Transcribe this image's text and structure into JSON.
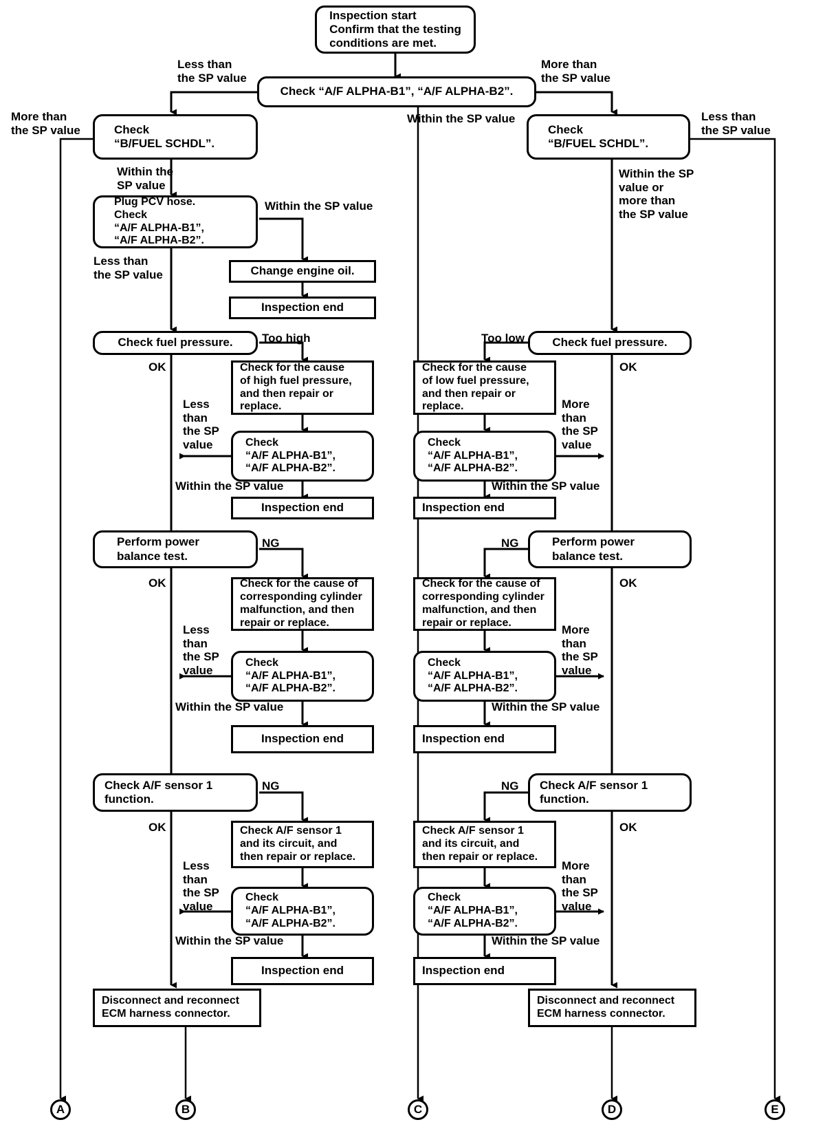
{
  "diagram": {
    "title": "A/F ALPHA diagnostic flowchart",
    "line_color": "#000000",
    "background": "#ffffff"
  },
  "nodes": {
    "start": "Inspection start\nConfirm that the testing\nconditions are met.",
    "check_alpha_top": "Check “A/F ALPHA-B1”, “A/F ALPHA-B2”.",
    "bfuel_left": "Check\n“B/FUEL SCHDL”.",
    "bfuel_right": "Check\n“B/FUEL SCHDL”.",
    "plug_pcv": "Plug PCV hose.\nCheck\n“A/F ALPHA-B1”,\n“A/F ALPHA-B2”.",
    "change_oil": "Change engine oil.",
    "insp_end_oil": "Inspection end",
    "fuel_press_left": "Check fuel pressure.",
    "fuel_press_right": "Check fuel pressure.",
    "high_fuel_cause": "Check for the cause\nof high fuel pressure,\nand then repair or\nreplace.",
    "low_fuel_cause": "Check for the cause\nof low fuel pressure,\nand then repair or\nreplace.",
    "check_alpha_fp_left": "Check\n“A/F ALPHA-B1”,\n“A/F ALPHA-B2”.",
    "check_alpha_fp_right": "Check\n“A/F ALPHA-B1”,\n“A/F ALPHA-B2”.",
    "insp_end_fp_left": "Inspection end",
    "insp_end_fp_right": "Inspection end",
    "power_balance_left": "Perform power\nbalance test.",
    "power_balance_right": "Perform power\nbalance test.",
    "cyl_cause_left": "Check for the cause of\ncorresponding cylinder\nmalfunction, and then\nrepair or replace.",
    "cyl_cause_right": "Check for the cause of\ncorresponding cylinder\nmalfunction, and then\nrepair or replace.",
    "check_alpha_pb_left": "Check\n“A/F ALPHA-B1”,\n“A/F ALPHA-B2”.",
    "check_alpha_pb_right": "Check\n“A/F ALPHA-B1”,\n“A/F ALPHA-B2”.",
    "insp_end_pb_left": "Inspection end",
    "insp_end_pb_right": "Inspection end",
    "af_sensor_left": "Check A/F sensor 1\nfunction.",
    "af_sensor_right": "Check A/F sensor 1\nfunction.",
    "af_circuit_left": "Check A/F sensor 1\nand its circuit, and\nthen repair or replace.",
    "af_circuit_right": "Check A/F sensor 1\nand its circuit, and\nthen repair or replace.",
    "check_alpha_af_left": "Check\n“A/F ALPHA-B1”,\n“A/F ALPHA-B2”.",
    "check_alpha_af_right": "Check\n“A/F ALPHA-B1”,\n“A/F ALPHA-B2”.",
    "insp_end_af_left": "Inspection end",
    "insp_end_af_right": "Inspection end",
    "ecm_left": "Disconnect and reconnect\nECM harness connector.",
    "ecm_right": "Disconnect and reconnect\nECM harness connector."
  },
  "labels": {
    "less_than_top_left": "Less than\nthe SP value",
    "more_than_top_right": "More than\nthe SP value",
    "more_than_far_left": "More than\nthe SP value",
    "less_than_far_right": "Less than\nthe SP value",
    "within_left": "Within the\nSP value",
    "within_center": "Within the SP value",
    "within_or_more_right": "Within the SP\nvalue or\nmore than\nthe SP value",
    "within_pcv": "Within the SP value",
    "less_than_pcv": "Less than\nthe SP value",
    "too_high": "Too high",
    "too_low": "Too low",
    "ok_fp_left": "OK",
    "ok_fp_right": "OK",
    "less_than_stack_fp": "Less\nthan\nthe SP\nvalue",
    "more_than_stack_fp": "More\nthan\nthe SP\nvalue",
    "within_fp_left": "Within the SP value",
    "within_fp_right": "Within the SP value",
    "ng_pb_left": "NG",
    "ng_pb_right": "NG",
    "ok_pb_left": "OK",
    "ok_pb_right": "OK",
    "less_than_stack_pb": "Less\nthan\nthe SP\nvalue",
    "more_than_stack_pb": "More\nthan\nthe SP\nvalue",
    "within_pb_left": "Within the SP value",
    "within_pb_right": "Within the SP value",
    "ng_af_left": "NG",
    "ng_af_right": "NG",
    "ok_af_left": "OK",
    "ok_af_right": "OK",
    "less_than_stack_af": "Less\nthan\nthe SP\nvalue",
    "more_than_stack_af": "More\nthan\nthe SP\nvalue",
    "within_af_left": "Within the SP value",
    "within_af_right": "Within the SP value"
  },
  "terminators": [
    {
      "id": "A",
      "label": "A"
    },
    {
      "id": "B",
      "label": "B"
    },
    {
      "id": "C",
      "label": "C"
    },
    {
      "id": "D",
      "label": "D"
    },
    {
      "id": "E",
      "label": "E"
    }
  ]
}
